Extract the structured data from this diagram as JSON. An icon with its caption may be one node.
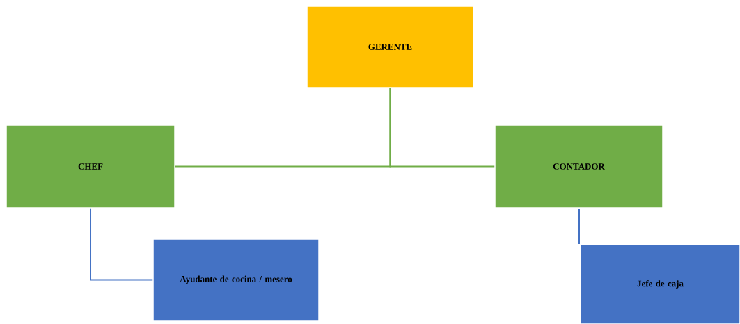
{
  "diagram": {
    "nodes": [
      {
        "text": [
          "GERENTE"
        ]
      },
      {
        "text": [
          "CHEF"
        ]
      },
      {
        "text": [
          "CONTADOR"
        ]
      },
      {
        "text": [
          "Ayudante de cocina / mesero"
        ]
      },
      {
        "text": [
          "Jefe de caja"
        ]
      }
    ],
    "edges": [
      {
        "from": 0,
        "to": 1,
        "arrow": "none",
        "color": "#70ad47"
      },
      {
        "from": 0,
        "to": 2,
        "arrow": "none",
        "color": "#70ad47"
      },
      {
        "from": 1,
        "to": 3,
        "arrow": "none",
        "color": "#4472c4"
      },
      {
        "from": 2,
        "to": 4,
        "arrow": "none",
        "color": "#4472c4"
      }
    ]
  }
}
